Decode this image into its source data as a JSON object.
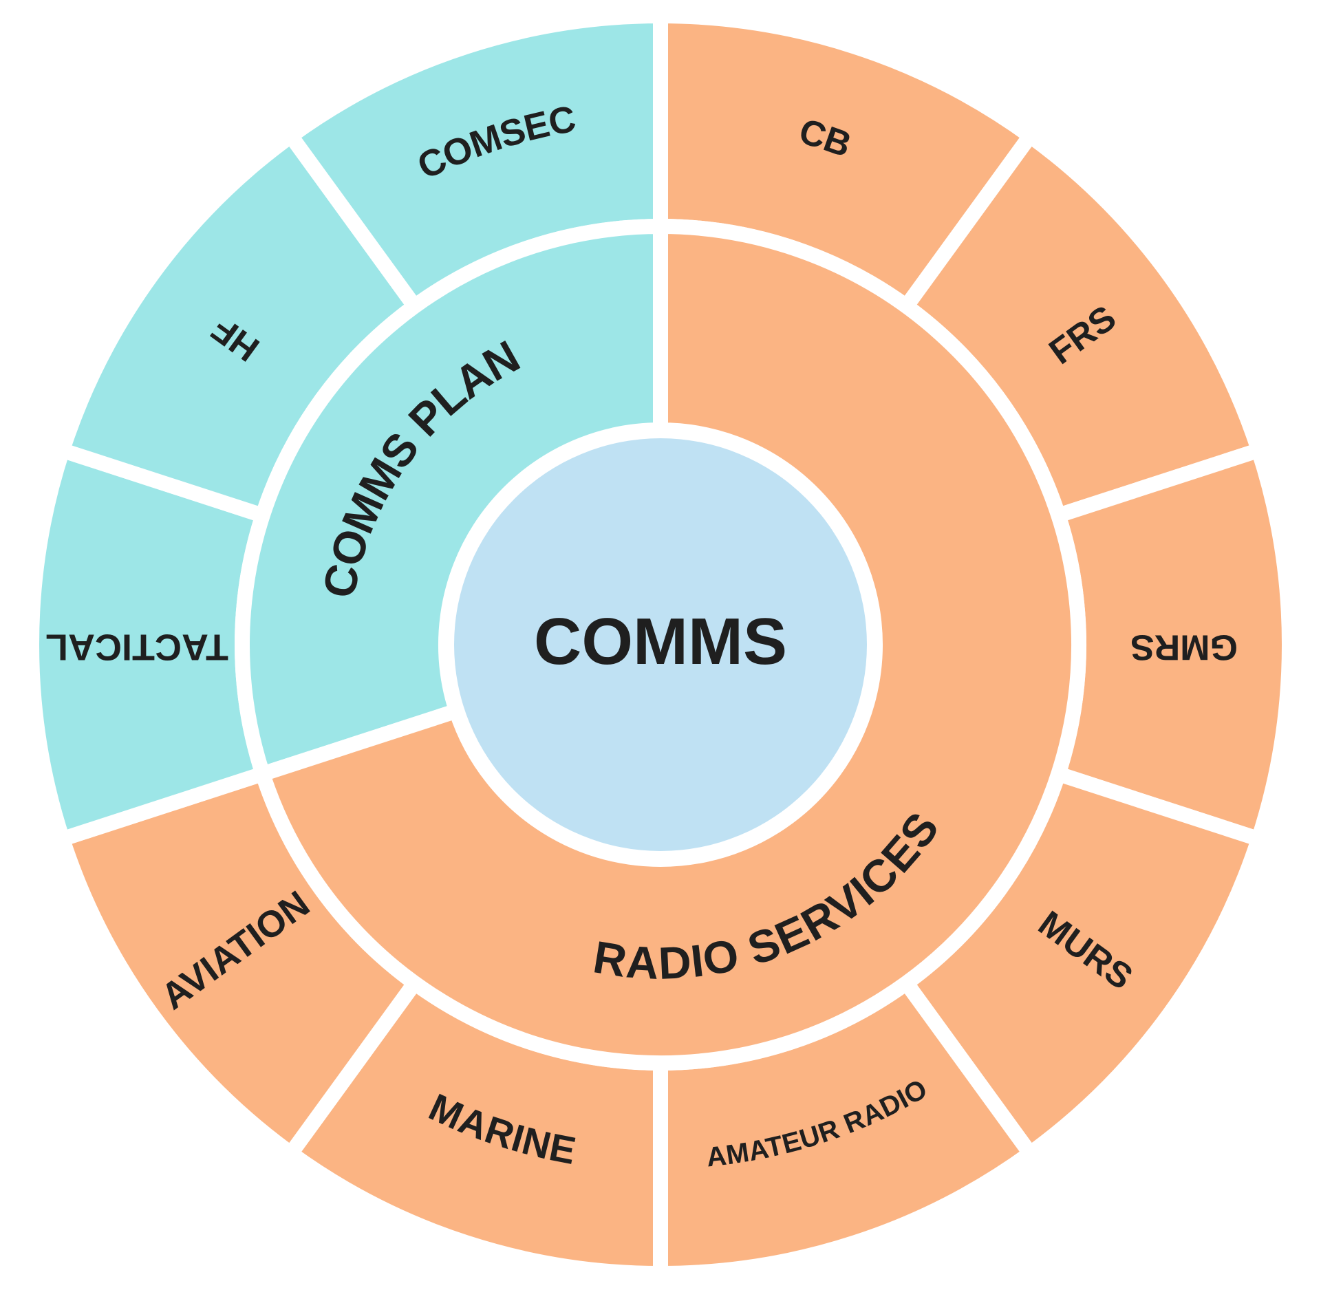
{
  "center": {
    "label": "COMMS",
    "color": "#bfe1f3"
  },
  "colors": {
    "comms_plan": "#9de6e7",
    "radio_services": "#fbb483",
    "separator": "#ffffff",
    "text": "#1f1f1f"
  },
  "inner_ring": [
    {
      "label": "COMMS PLAN",
      "color_key": "comms_plan"
    },
    {
      "label": "RADIO SERVICES",
      "color_key": "radio_services"
    }
  ],
  "outer_ring": [
    {
      "label": "CB",
      "color_key": "radio_services"
    },
    {
      "label": "FRS",
      "color_key": "radio_services"
    },
    {
      "label": "GMRS",
      "color_key": "radio_services"
    },
    {
      "label": "MURS",
      "color_key": "radio_services"
    },
    {
      "label": "AMATEUR RADIO",
      "color_key": "radio_services"
    },
    {
      "label": "MARINE",
      "color_key": "radio_services"
    },
    {
      "label": "AVIATION",
      "color_key": "radio_services"
    },
    {
      "label": "TACTICAL",
      "color_key": "comms_plan"
    },
    {
      "label": "HF",
      "color_key": "comms_plan"
    },
    {
      "label": "COMSEC",
      "color_key": "comms_plan"
    }
  ]
}
